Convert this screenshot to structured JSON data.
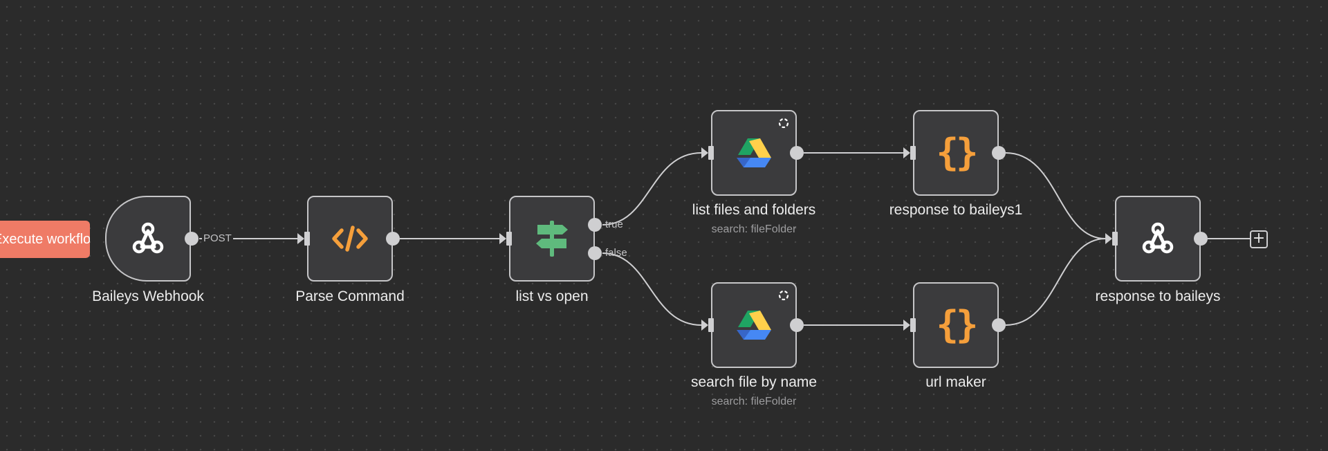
{
  "canvas": {
    "background": "#2b2b2b",
    "execute_button_label": "Execute workflow"
  },
  "colors": {
    "execute": "#ef7b66",
    "code_icon": "#f59f3b",
    "if_icon": "#5fba7d",
    "node_bg": "#3b3b3d",
    "node_border": "#c6c6c8",
    "edge": "#cfcfd1"
  },
  "nodes": [
    {
      "name": "Baileys Webhook",
      "icon": "webhook-icon"
    },
    {
      "name": "Parse Command",
      "icon": "code-icon"
    },
    {
      "name": "list vs open",
      "icon": "signpost-icon"
    },
    {
      "name": "list files and folders",
      "subtitle": "search: fileFolder",
      "icon": "google-drive-icon"
    },
    {
      "name": "search file by name",
      "subtitle": "search: fileFolder",
      "icon": "google-drive-icon"
    },
    {
      "name": "response to baileys1",
      "icon": "braces-icon"
    },
    {
      "name": "url maker",
      "icon": "braces-icon"
    },
    {
      "name": "response to baileys",
      "icon": "webhook-icon"
    }
  ],
  "edge_labels": {
    "webhook_method": "POST",
    "branch_true": "true",
    "branch_false": "false"
  },
  "add_node_label": "+"
}
